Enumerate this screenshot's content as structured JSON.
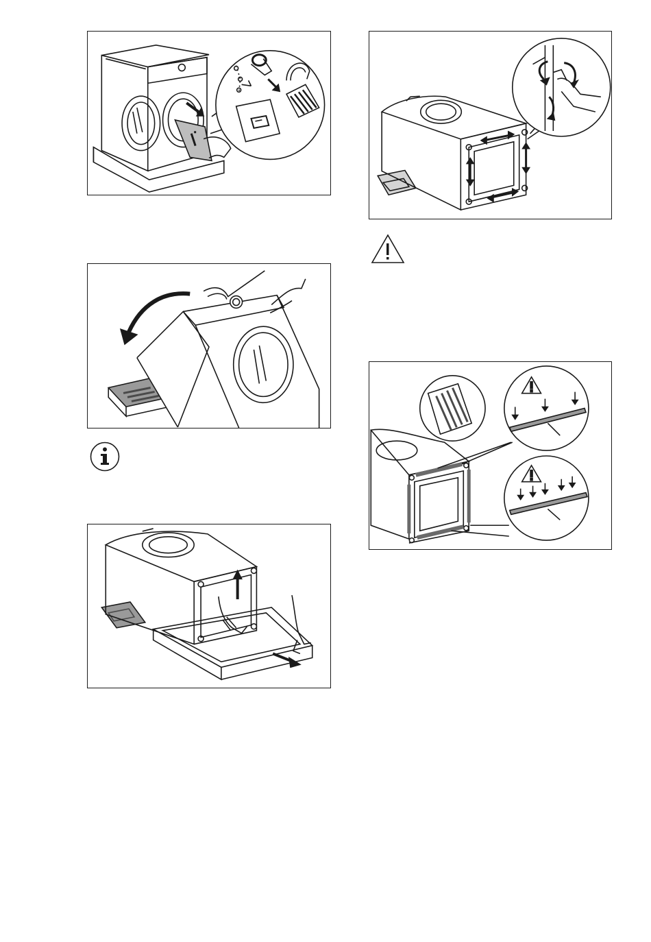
{
  "figures": [
    {
      "id": "fig-remove-accessories",
      "icon": "washing-machine-remove-accessory-bag"
    },
    {
      "id": "fig-remove-base-rails",
      "icon": "machine-on-side-remove-rails"
    },
    {
      "id": "fig-tilt-machine",
      "icon": "machine-tilt-backward"
    },
    {
      "id": "fig-install-rails",
      "icon": "machine-install-rails-with-warnings"
    },
    {
      "id": "fig-pull-base",
      "icon": "machine-pull-polystyrene-base"
    }
  ],
  "symbols": {
    "info": {
      "icon": "info-icon",
      "glyph": "i"
    },
    "warning": {
      "icon": "warning-icon",
      "glyph": "!"
    }
  },
  "colors": {
    "line": "#1a1a1a",
    "shade": "#9a9a9a",
    "light_shade": "#d4d4d4"
  }
}
